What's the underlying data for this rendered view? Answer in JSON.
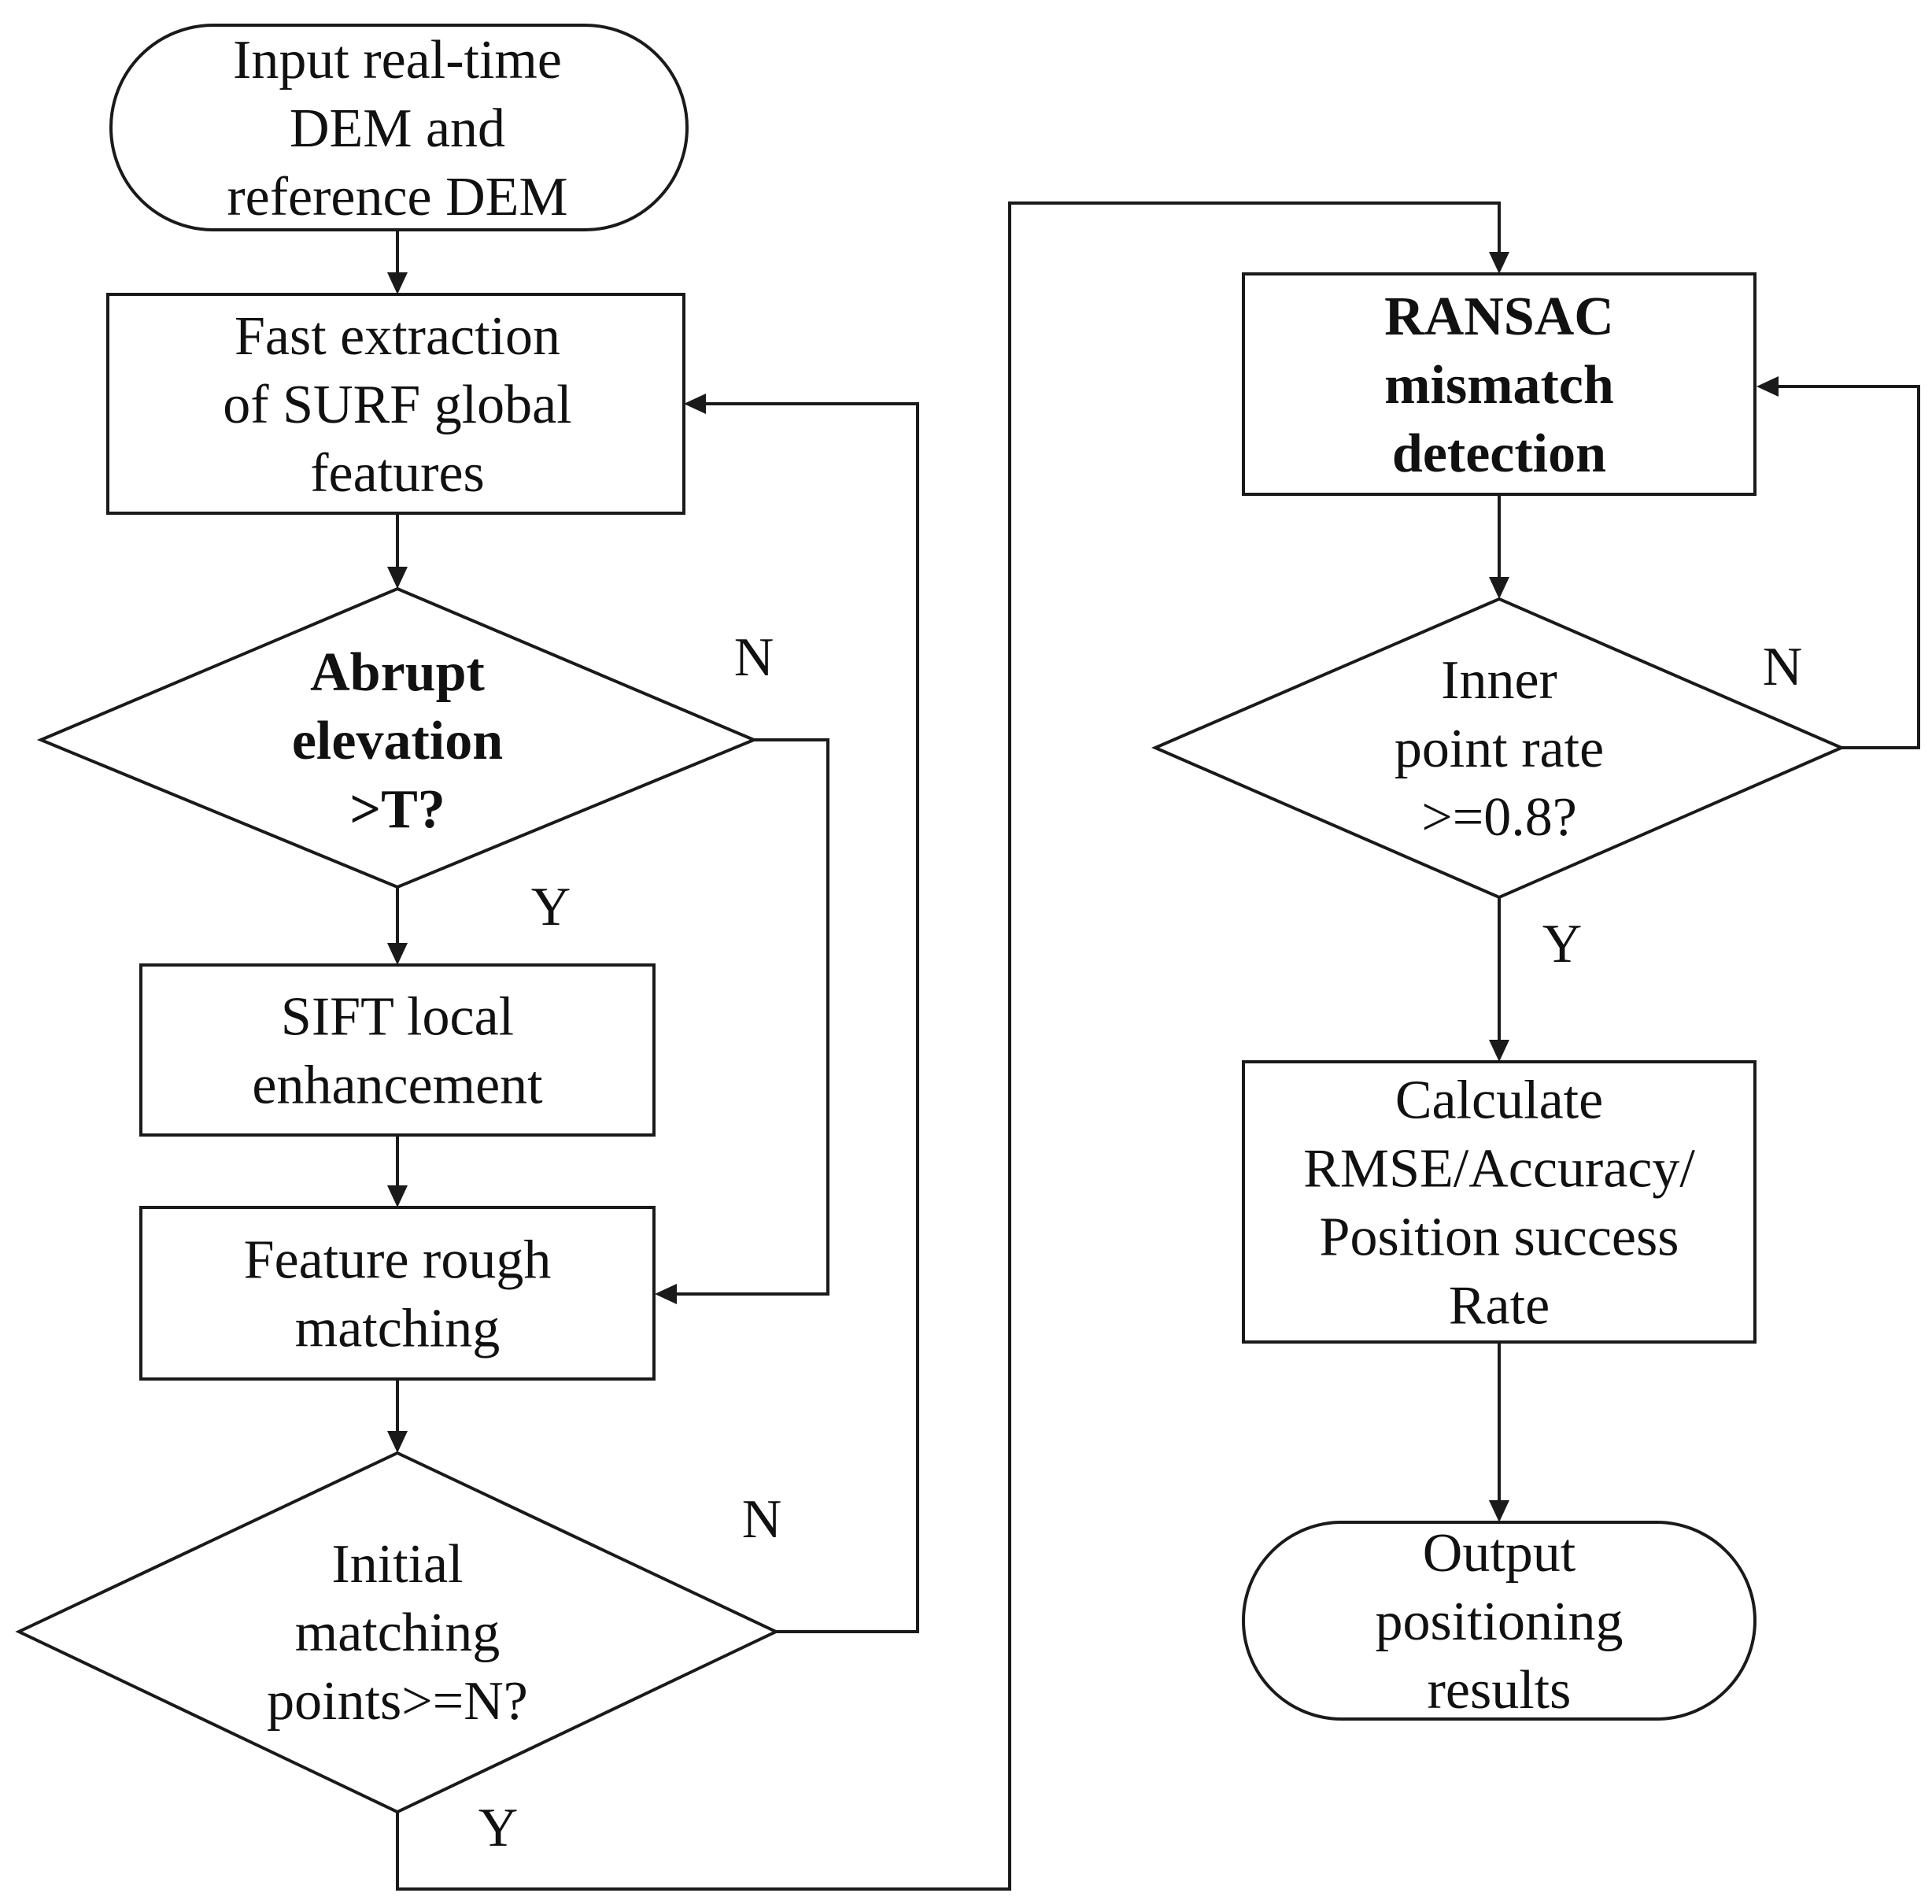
{
  "flowchart": {
    "nodes": {
      "input": {
        "shape": "terminator",
        "lines": [
          "Input real-time",
          "DEM and",
          "reference DEM"
        ],
        "bold": false
      },
      "surf": {
        "shape": "process",
        "lines": [
          "Fast extraction",
          "of SURF global",
          "features"
        ],
        "bold": false
      },
      "abrupt": {
        "shape": "decision",
        "lines": [
          "Abrupt",
          "elevation",
          ">T?"
        ],
        "bold": true
      },
      "sift": {
        "shape": "process",
        "lines": [
          "SIFT local",
          "enhancement"
        ],
        "bold": false
      },
      "rough": {
        "shape": "process",
        "lines": [
          "Feature rough",
          "matching"
        ],
        "bold": false
      },
      "initial": {
        "shape": "decision",
        "lines": [
          "Initial",
          "matching",
          "points>=N?"
        ],
        "bold": false
      },
      "ransac": {
        "shape": "process",
        "lines": [
          "RANSAC",
          "mismatch",
          "detection"
        ],
        "bold": true
      },
      "inner": {
        "shape": "decision",
        "lines": [
          "Inner",
          "point rate",
          ">=0.8?"
        ],
        "bold": false
      },
      "calc": {
        "shape": "process",
        "lines": [
          "Calculate",
          "RMSE/Accuracy/",
          "Position success",
          "Rate"
        ],
        "bold": false
      },
      "output": {
        "shape": "terminator",
        "lines": [
          "Output",
          "positioning",
          "results"
        ],
        "bold": false
      }
    },
    "branch_labels": {
      "abrupt_no": "N",
      "abrupt_yes": "Y",
      "initial_no": "N",
      "initial_yes": "Y",
      "inner_no": "N",
      "inner_yes": "Y"
    }
  },
  "colors": {
    "stroke": "#1a1a1a",
    "fill": "#ffffff",
    "text": "#111111"
  }
}
